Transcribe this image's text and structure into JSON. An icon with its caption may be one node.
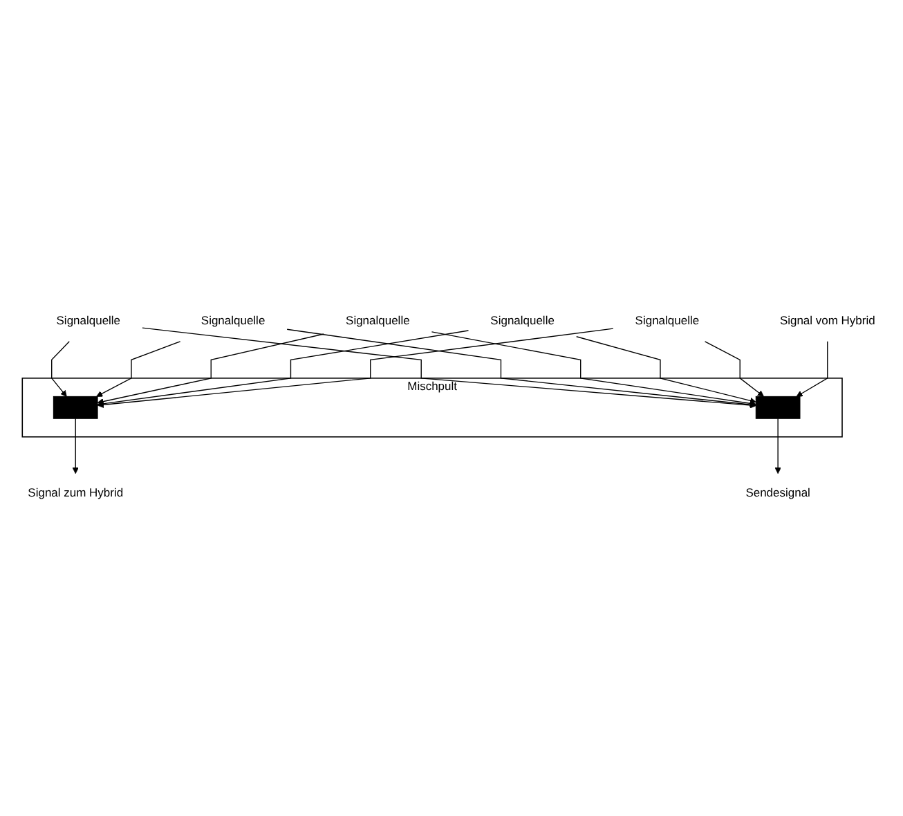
{
  "diagram": {
    "nodes": [
      {
        "text": [
          "Signalquelle"
        ]
      },
      {
        "text": [
          "Signalquelle"
        ]
      },
      {
        "text": [
          "Signalquelle"
        ]
      },
      {
        "text": [
          "Signalquelle"
        ]
      },
      {
        "text": [
          "Signalquelle"
        ]
      },
      {
        "text": [
          "Signal vom Hybrid"
        ]
      },
      {
        "text": [
          "Mischpult"
        ]
      },
      {
        "text": [],
        "shape": "bar",
        "in": 6
      },
      {
        "text": [],
        "shape": "bar",
        "in": 6
      },
      {
        "text": [
          "Signal zum Hybrid"
        ]
      },
      {
        "text": [
          "Sendesignal"
        ]
      }
    ],
    "edges": [
      {
        "from": 0,
        "to": 7,
        "arrow": "to"
      },
      {
        "from": 0,
        "to": 8,
        "arrow": "to"
      },
      {
        "from": 1,
        "to": 7,
        "arrow": "to"
      },
      {
        "from": 1,
        "to": 8,
        "arrow": "to"
      },
      {
        "from": 2,
        "to": 7,
        "arrow": "to"
      },
      {
        "from": 2,
        "to": 8,
        "arrow": "to"
      },
      {
        "from": 3,
        "to": 7,
        "arrow": "to"
      },
      {
        "from": 3,
        "to": 8,
        "arrow": "to"
      },
      {
        "from": 4,
        "to": 7,
        "arrow": "to"
      },
      {
        "from": 4,
        "to": 8,
        "arrow": "to"
      },
      {
        "from": 5,
        "to": 8,
        "arrow": "to"
      },
      {
        "from": 7,
        "to": 9,
        "arrow": "to"
      },
      {
        "from": 8,
        "to": 10,
        "arrow": "to"
      }
    ]
  }
}
